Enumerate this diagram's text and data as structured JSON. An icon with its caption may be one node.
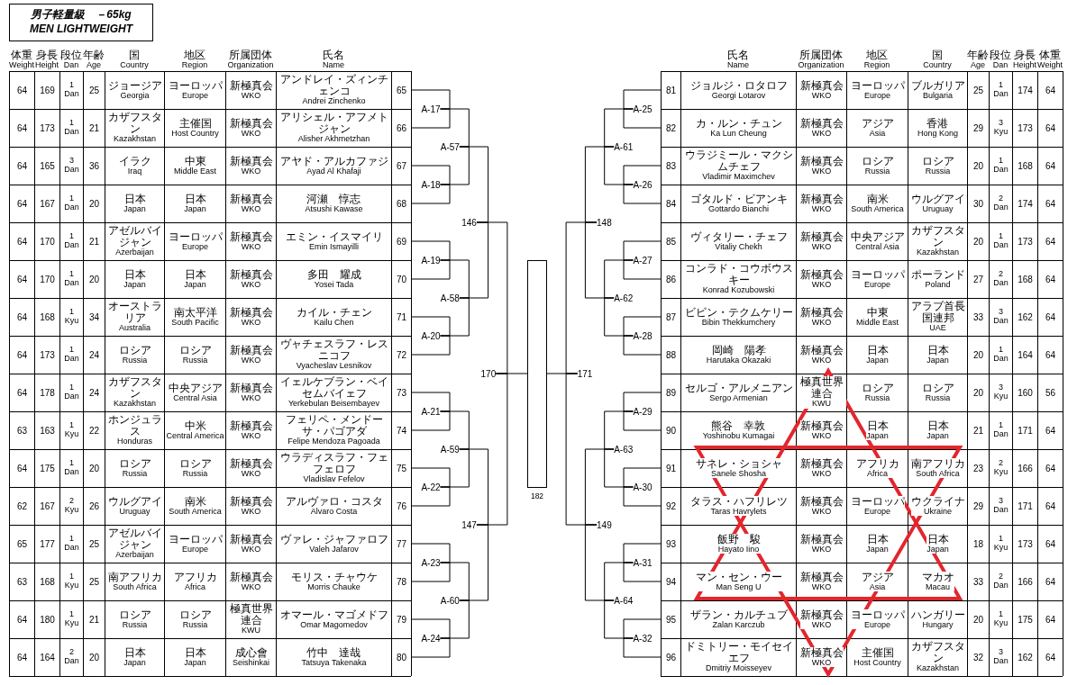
{
  "diagram": {
    "title": "男子軽量級　－65kg MEN LIGHTWEIGHT",
    "nodes": [
      {
        "text": [
          "65"
        ]
      },
      {
        "text": [
          "66"
        ]
      },
      {
        "text": [
          "67"
        ]
      },
      {
        "text": [
          "68"
        ]
      },
      {
        "text": [
          "69"
        ]
      },
      {
        "text": [
          "70"
        ]
      },
      {
        "text": [
          "71"
        ]
      },
      {
        "text": [
          "72"
        ]
      },
      {
        "text": [
          "73"
        ]
      },
      {
        "text": [
          "74"
        ]
      },
      {
        "text": [
          "75"
        ]
      },
      {
        "text": [
          "76"
        ]
      },
      {
        "text": [
          "77"
        ]
      },
      {
        "text": [
          "78"
        ]
      },
      {
        "text": [
          "79"
        ]
      },
      {
        "text": [
          "80"
        ]
      },
      {
        "text": [
          "81"
        ]
      },
      {
        "text": [
          "82"
        ]
      },
      {
        "text": [
          "83"
        ]
      },
      {
        "text": [
          "84"
        ]
      },
      {
        "text": [
          "85"
        ]
      },
      {
        "text": [
          "86"
        ]
      },
      {
        "text": [
          "87"
        ]
      },
      {
        "text": [
          "88"
        ]
      },
      {
        "text": [
          "89"
        ]
      },
      {
        "text": [
          "90"
        ]
      },
      {
        "text": [
          "91"
        ]
      },
      {
        "text": [
          "92"
        ]
      },
      {
        "text": [
          "93"
        ]
      },
      {
        "text": [
          "94"
        ]
      },
      {
        "text": [
          "95"
        ]
      },
      {
        "text": [
          "96"
        ]
      },
      {
        "text": [
          "A-17"
        ]
      },
      {
        "text": [
          "A-18"
        ]
      },
      {
        "text": [
          "A-19"
        ]
      },
      {
        "text": [
          "A-20"
        ]
      },
      {
        "text": [
          "A-21"
        ]
      },
      {
        "text": [
          "A-22"
        ]
      },
      {
        "text": [
          "A-23"
        ]
      },
      {
        "text": [
          "A-24"
        ]
      },
      {
        "text": [
          "A-25"
        ]
      },
      {
        "text": [
          "A-26"
        ]
      },
      {
        "text": [
          "A-27"
        ]
      },
      {
        "text": [
          "A-28"
        ]
      },
      {
        "text": [
          "A-29"
        ]
      },
      {
        "text": [
          "A-30"
        ]
      },
      {
        "text": [
          "A-31"
        ]
      },
      {
        "text": [
          "A-32"
        ]
      },
      {
        "text": [
          "A-57"
        ]
      },
      {
        "text": [
          "A-58"
        ]
      },
      {
        "text": [
          "A-59"
        ]
      },
      {
        "text": [
          "A-60"
        ]
      },
      {
        "text": [
          "A-61"
        ]
      },
      {
        "text": [
          "A-62"
        ]
      },
      {
        "text": [
          "A-63"
        ]
      },
      {
        "text": [
          "A-64"
        ]
      },
      {
        "text": [
          "146"
        ]
      },
      {
        "text": [
          "147"
        ]
      },
      {
        "text": [
          "148"
        ]
      },
      {
        "text": [
          "149"
        ]
      },
      {
        "text": [
          "170"
        ]
      },
      {
        "text": [
          "171"
        ]
      },
      {
        "text": [
          "182"
        ]
      }
    ],
    "edges": [
      {
        "from": 0,
        "to": 32,
        "arrow": "none"
      },
      {
        "from": 1,
        "to": 32,
        "arrow": "none"
      },
      {
        "from": 2,
        "to": 33,
        "arrow": "none"
      },
      {
        "from": 3,
        "to": 33,
        "arrow": "none"
      },
      {
        "from": 4,
        "to": 34,
        "arrow": "none"
      },
      {
        "from": 5,
        "to": 34,
        "arrow": "none"
      },
      {
        "from": 6,
        "to": 35,
        "arrow": "none"
      },
      {
        "from": 7,
        "to": 35,
        "arrow": "none"
      },
      {
        "from": 8,
        "to": 36,
        "arrow": "none"
      },
      {
        "from": 9,
        "to": 36,
        "arrow": "none"
      },
      {
        "from": 10,
        "to": 37,
        "arrow": "none"
      },
      {
        "from": 11,
        "to": 37,
        "arrow": "none"
      },
      {
        "from": 12,
        "to": 38,
        "arrow": "none"
      },
      {
        "from": 13,
        "to": 38,
        "arrow": "none"
      },
      {
        "from": 14,
        "to": 39,
        "arrow": "none"
      },
      {
        "from": 15,
        "to": 39,
        "arrow": "none"
      },
      {
        "from": 16,
        "to": 40,
        "arrow": "none"
      },
      {
        "from": 17,
        "to": 40,
        "arrow": "none"
      },
      {
        "from": 18,
        "to": 41,
        "arrow": "none"
      },
      {
        "from": 19,
        "to": 41,
        "arrow": "none"
      },
      {
        "from": 20,
        "to": 42,
        "arrow": "none"
      },
      {
        "from": 21,
        "to": 42,
        "arrow": "none"
      },
      {
        "from": 22,
        "to": 43,
        "arrow": "none"
      },
      {
        "from": 23,
        "to": 43,
        "arrow": "none"
      },
      {
        "from": 24,
        "to": 44,
        "arrow": "none"
      },
      {
        "from": 25,
        "to": 44,
        "arrow": "none"
      },
      {
        "from": 26,
        "to": 45,
        "arrow": "none"
      },
      {
        "from": 27,
        "to": 45,
        "arrow": "none"
      },
      {
        "from": 28,
        "to": 46,
        "arrow": "none"
      },
      {
        "from": 29,
        "to": 46,
        "arrow": "none"
      },
      {
        "from": 30,
        "to": 47,
        "arrow": "none"
      },
      {
        "from": 31,
        "to": 47,
        "arrow": "none"
      },
      {
        "from": 32,
        "to": 48,
        "arrow": "none"
      },
      {
        "from": 33,
        "to": 48,
        "arrow": "none"
      },
      {
        "from": 34,
        "to": 49,
        "arrow": "none"
      },
      {
        "from": 35,
        "to": 49,
        "arrow": "none"
      },
      {
        "from": 36,
        "to": 50,
        "arrow": "none"
      },
      {
        "from": 37,
        "to": 50,
        "arrow": "none"
      },
      {
        "from": 38,
        "to": 51,
        "arrow": "none"
      },
      {
        "from": 39,
        "to": 51,
        "arrow": "none"
      },
      {
        "from": 40,
        "to": 52,
        "arrow": "none"
      },
      {
        "from": 41,
        "to": 52,
        "arrow": "none"
      },
      {
        "from": 42,
        "to": 53,
        "arrow": "none"
      },
      {
        "from": 43,
        "to": 53,
        "arrow": "none"
      },
      {
        "from": 44,
        "to": 54,
        "arrow": "none"
      },
      {
        "from": 45,
        "to": 54,
        "arrow": "none"
      },
      {
        "from": 46,
        "to": 55,
        "arrow": "none"
      },
      {
        "from": 47,
        "to": 55,
        "arrow": "none"
      },
      {
        "from": 48,
        "to": 56,
        "arrow": "none"
      },
      {
        "from": 49,
        "to": 56,
        "arrow": "none"
      },
      {
        "from": 50,
        "to": 57,
        "arrow": "none"
      },
      {
        "from": 51,
        "to": 57,
        "arrow": "none"
      },
      {
        "from": 52,
        "to": 58,
        "arrow": "none"
      },
      {
        "from": 53,
        "to": 58,
        "arrow": "none"
      },
      {
        "from": 54,
        "to": 59,
        "arrow": "none"
      },
      {
        "from": 55,
        "to": 59,
        "arrow": "none"
      },
      {
        "from": 56,
        "to": 60,
        "arrow": "none"
      },
      {
        "from": 57,
        "to": 60,
        "arrow": "none"
      },
      {
        "from": 58,
        "to": 61,
        "arrow": "none"
      },
      {
        "from": 59,
        "to": 61,
        "arrow": "none"
      },
      {
        "from": 60,
        "to": 62,
        "arrow": "none"
      },
      {
        "from": 61,
        "to": 62,
        "arrow": "none"
      }
    ],
    "labels": [
      "体重 Weight",
      "身長 Height",
      "段位 Dan",
      "年齢 Age",
      "国 Country",
      "地区 Region",
      "所属団体 Organization",
      "氏名 Name",
      "64",
      "169",
      "1 Dan",
      "25",
      "ジョージア Georgia",
      "ヨーロッパ Europe",
      "新極真会 WKO",
      "アンドレイ・ズィンチェンコ Andrei Zinchenko",
      "64",
      "173",
      "1 Dan",
      "21",
      "カザフスタン Kazakhstan",
      "主催国 Host Country",
      "新極真会 WKO",
      "アリシェル・アフメトジャン Alisher Akhmetzhan",
      "64",
      "165",
      "3 Dan",
      "36",
      "イラク Iraq",
      "中東 Middle East",
      "新極真会 WKO",
      "アヤド・アルカファジ Ayad Al Khafaji",
      "64",
      "167",
      "1 Dan",
      "20",
      "日本 Japan",
      "日本 Japan",
      "新極真会 WKO",
      "河瀬　惇志 Atsushi Kawase",
      "64",
      "170",
      "1 Dan",
      "21",
      "アゼルバイジャン Azerbaijan",
      "ヨーロッパ Europe",
      "新極真会 WKO",
      "エミン・イスマイリ Emin Ismayilli",
      "64",
      "170",
      "1 Dan",
      "20",
      "日本 Japan",
      "日本 Japan",
      "新極真会 WKO",
      "多田　耀成 Yosei Tada",
      "64",
      "168",
      "1 Kyu",
      "34",
      "オーストラリア Australia",
      "南太平洋 South Pacific",
      "新極真会 WKO",
      "カイル・チェン Kailu Chen",
      "64",
      "173",
      "1 Dan",
      "24",
      "ロシア Russia",
      "ロシア Russia",
      "新極真会 WKO",
      "ヴャチェスラフ・レスニコフ Vyacheslav Lesnikov",
      "64",
      "178",
      "1 Dan",
      "24",
      "カザフスタン Kazakhstan",
      "中央アジア Central Asia",
      "新極真会 WKO",
      "イェルケブラン・ベイセムバイェフ Yerkebulan Beisembayev",
      "63",
      "163",
      "1 Kyu",
      "22",
      "ホンジュラス Honduras",
      "中米 Central America",
      "新極真会 WKO",
      "フェリペ・メンドーサ・パゴアダ Felipe Mendoza Pagoada",
      "64",
      "175",
      "1 Dan",
      "20",
      "ロシア Russia",
      "ロシア Russia",
      "新極真会 WKO",
      "ウラディスラフ・フェフェロフ Vladislav Fefelov",
      "62",
      "167",
      "2 Kyu",
      "26",
      "ウルグアイ Uruguay",
      "南米 South America",
      "新極真会 WKO",
      "アルヴァロ・コスタ Alvaro Costa",
      "65",
      "177",
      "1 Dan",
      "25",
      "アゼルバイジャン Azerbaijan",
      "ヨーロッパ Europe",
      "新極真会 WKO",
      "ヴァレ・ジャファロフ Valeh Jafarov",
      "63",
      "168",
      "1 Kyu",
      "25",
      "南アフリカ South Africa",
      "アフリカ Africa",
      "新極真会 WKO",
      "モリス・チャウケ Morris Chauke",
      "64",
      "180",
      "1 Kyu",
      "21",
      "ロシア Russia",
      "ロシア Russia",
      "極真世界連合 KWU",
      "オマール・マゴメドフ Omar Magomedov",
      "64",
      "164",
      "2 Dan",
      "20",
      "日本 Japan",
      "日本 Japan",
      "成心會 Seishinkai",
      "竹中　達哉 Tatsuya Takenaka",
      "氏名 Name",
      "所属団体 Organization",
      "地区 Region",
      "国 Country",
      "年齢 Age",
      "段位 Dan",
      "身長 Height",
      "体重 Weight",
      "ジョルジ・ロタロフ Georgi Lotarov",
      "新極真会 WKO",
      "ヨーロッパ Europe",
      "ブルガリア Bulgaria",
      "25",
      "1 Dan",
      "174",
      "64",
      "カ・ルン・チュン Ka Lun Cheung",
      "新極真会 WKO",
      "アジア Asia",
      "香港 Hong Kong",
      "29",
      "3 Kyu",
      "173",
      "64",
      "ウラジミール・マクシムチェフ Vladimir Maximchev",
      "新極真会 WKO",
      "ロシア Russia",
      "ロシア Russia",
      "20",
      "1 Dan",
      "168",
      "64",
      "ゴタルド・ビアンキ Gottardo Bianchi",
      "新極真会 WKO",
      "南米 South America",
      "ウルグアイ Uruguay",
      "30",
      "2 Dan",
      "174",
      "64",
      "ヴィタリー・チェフ Vitaliy Chekh",
      "新極真会 WKO",
      "中央アジア Central Asia",
      "カザフスタン Kazakhstan",
      "20",
      "1 Dan",
      "173",
      "64",
      "コンラド・コウボウスキー Konrad Kozubowski",
      "新極真会 WKO",
      "ヨーロッパ Europe",
      "ポーランド Poland",
      "27",
      "2 Dan",
      "168",
      "64",
      "ビビン・テクムケリー Bibin Thekkumchery",
      "新極真会 WKO",
      "中東 Middle East",
      "アラブ首長国連邦 UAE",
      "33",
      "3 Dan",
      "162",
      "64",
      "岡崎　陽孝 Harutaka Okazaki",
      "新極真会 WKO",
      "日本 Japan",
      "日本 Japan",
      "20",
      "1 Dan",
      "164",
      "64",
      "セルゴ・アルメニアン Sergo Armenian",
      "極真世界連合 KWU",
      "ロシア Russia",
      "ロシア Russia",
      "20",
      "3 Kyu",
      "160",
      "56",
      "熊谷　幸敦 Yoshinobu Kumagai",
      "新極真会 WKO",
      "日本 Japan",
      "日本 Japan",
      "21",
      "1 Dan",
      "171",
      "64",
      "サネレ・ショシャ Sanele Shosha",
      "新極真会 WKO",
      "アフリカ Africa",
      "南アフリカ South Africa",
      "23",
      "2 Kyu",
      "166",
      "64",
      "タラス・ハフリレツ Taras Havrylets",
      "新極真会 WKO",
      "ヨーロッパ Europe",
      "ウクライナ Ukraine",
      "29",
      "3 Dan",
      "171",
      "64",
      "飯野　駿 Hayato Iino",
      "新極真会 WKO",
      "日本 Japan",
      "日本 Japan",
      "18",
      "1 Kyu",
      "173",
      "64",
      "マン・セン・ウー Man Seng U",
      "新極真会 WKO",
      "アジア Asia",
      "マカオ Macau",
      "33",
      "2 Dan",
      "166",
      "64",
      "ザラン・カルチュブ Zalan Karczub",
      "新極真会 WKO",
      "ヨーロッパ Europe",
      "ハンガリー Hungary",
      "20",
      "1 Kyu",
      "175",
      "64",
      "ドミトリー・モイセイエフ Dmitriy Moisseyev",
      "新極真会 WKO",
      "主催国 Host Country",
      "カザフスタン Kazakhstan",
      "32",
      "3 Dan",
      "162",
      "64"
    ]
  }
}
